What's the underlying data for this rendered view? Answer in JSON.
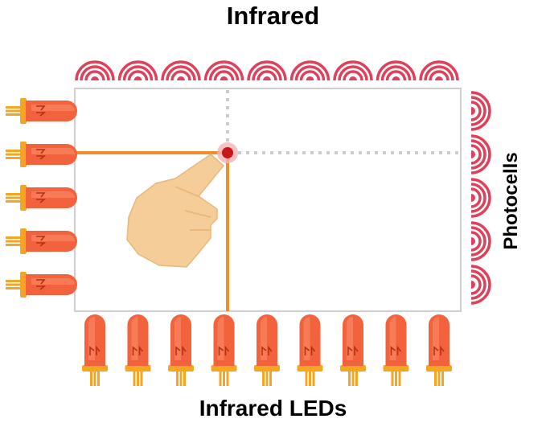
{
  "title": "Infrared",
  "right_label": "Photocells",
  "bottom_label": "Infrared LEDs",
  "icons": {
    "emitter_top": "infrared-wave-icon",
    "emitter_right": "infrared-wave-icon",
    "led": "led-icon",
    "finger": "pointing-hand-icon",
    "touch_point": "touch-point-icon"
  },
  "counts": {
    "top_sensors": 9,
    "right_sensors": 5,
    "left_leds": 5,
    "bottom_leds": 9
  },
  "colors": {
    "wave": "#e0415a",
    "led_body": "#f2623d",
    "led_highlight": "#fb8f6e",
    "led_base": "#f4a623",
    "beam": "#f28c28",
    "grid": "#cccccc",
    "touch": "#c9151c",
    "skin": "#f5cd98"
  }
}
